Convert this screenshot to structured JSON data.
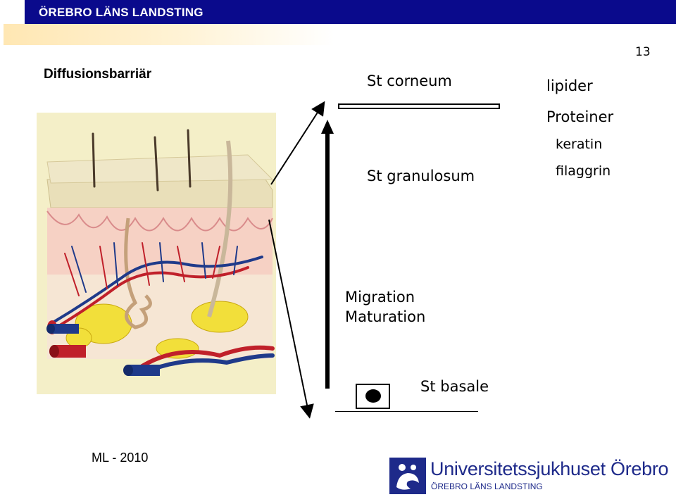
{
  "header": {
    "org_name": "ÖREBRO LÄNS LANDSTING",
    "bar_color": "#0a0a8c",
    "fade_color": "#ffe7b3"
  },
  "slide": {
    "number": "13",
    "title": "Diffusionsbarriär"
  },
  "diagram": {
    "st_corneum": "St corneum",
    "st_granulosum": "St granulosum",
    "lipider": "lipider",
    "proteiner": "Proteiner",
    "keratin": "keratin",
    "filaggrin": "filaggrin",
    "migration": "Migration",
    "maturation": "Maturation",
    "st_basale": "St basale"
  },
  "footer": {
    "credit": "ML - 2010",
    "logo_title": "Universitetssjukhuset Örebro",
    "logo_subtitle": "ÖREBRO LÄNS LANDSTING",
    "logo_color": "#1e2a8a"
  },
  "icons": {
    "skin_figure": "skin-cross-section-illustration",
    "logo_icon": "hospital-logo-icon"
  }
}
